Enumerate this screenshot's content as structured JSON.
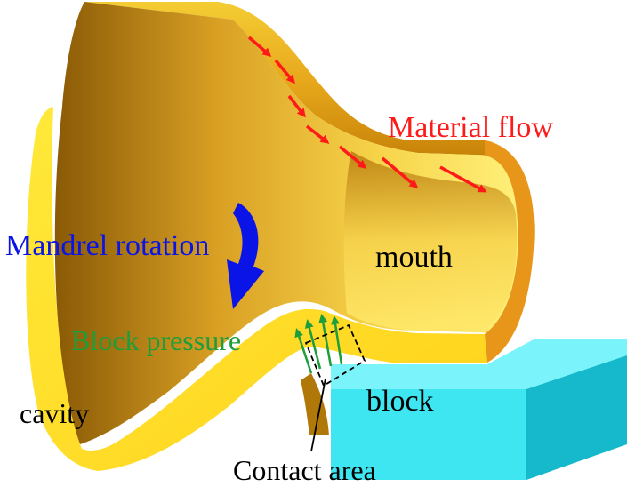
{
  "labels": {
    "material_flow": "Material flow",
    "mandrel_rotation": "Mandrel rotation",
    "mouth": "mouth",
    "block_pressure": "Block pressure",
    "cavity": "cavity",
    "block": "block",
    "contact_area": "Contact area"
  },
  "colors": {
    "material_flow": "#ff1a1a",
    "mandrel_rotation": "#0a14e6",
    "block_pressure": "#1e9e3a",
    "text": "#000000",
    "tube_light": "#ffe83a",
    "tube_mid": "#f2c21a",
    "tube_dark": "#c98a0a",
    "block_face": "#3ee6f2",
    "block_top": "#7af3fb",
    "block_side": "#16b8cc"
  },
  "icons": {
    "flow_arrows": "arrow-right-down",
    "rotation_arrow": "curved-arrow-down",
    "pressure_arrows": "arrow-up-right"
  }
}
